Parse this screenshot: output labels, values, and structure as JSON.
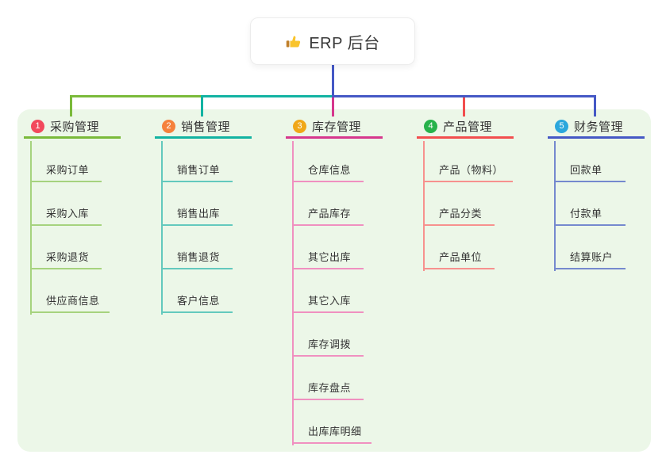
{
  "root": {
    "title": "ERP 后台",
    "icon": "thumbs-up-icon"
  },
  "theme": {
    "canvas_bg": "#ffffff",
    "panel_bg": "#ECF7E8",
    "text_color": "#333333",
    "root_line_color": "#4558C5",
    "root_card_bg": "#ffffff",
    "thumb_color": "#F9C42C",
    "thumb_cuff_color": "#C07F2A"
  },
  "branches": [
    {
      "label": "采购管理",
      "badge": "1",
      "badge_color": "#F2495C",
      "line_color": "#7ABA3A",
      "child_line_color": "#A6D37E",
      "children": [
        "采购订单",
        "采购入库",
        "采购退货",
        "供应商信息"
      ]
    },
    {
      "label": "销售管理",
      "badge": "2",
      "badge_color": "#F5813C",
      "line_color": "#12B3A2",
      "child_line_color": "#63C9BD",
      "children": [
        "销售订单",
        "销售出库",
        "销售退货",
        "客户信息"
      ]
    },
    {
      "label": "库存管理",
      "badge": "3",
      "badge_color": "#F0A718",
      "line_color": "#D6378D",
      "child_line_color": "#F090C0",
      "children": [
        "仓库信息",
        "产品库存",
        "其它出库",
        "其它入库",
        "库存调拨",
        "库存盘点",
        "出库库明细"
      ]
    },
    {
      "label": "产品管理",
      "badge": "4",
      "badge_color": "#27B24B",
      "line_color": "#F24E4E",
      "child_line_color": "#F7918E",
      "children": [
        "产品（物料）",
        "产品分类",
        "产品单位"
      ]
    },
    {
      "label": "财务管理",
      "badge": "5",
      "badge_color": "#2BA7DC",
      "line_color": "#4558C5",
      "child_line_color": "#7589CE",
      "children": [
        "回款单",
        "付款单",
        "结算账户"
      ]
    }
  ]
}
